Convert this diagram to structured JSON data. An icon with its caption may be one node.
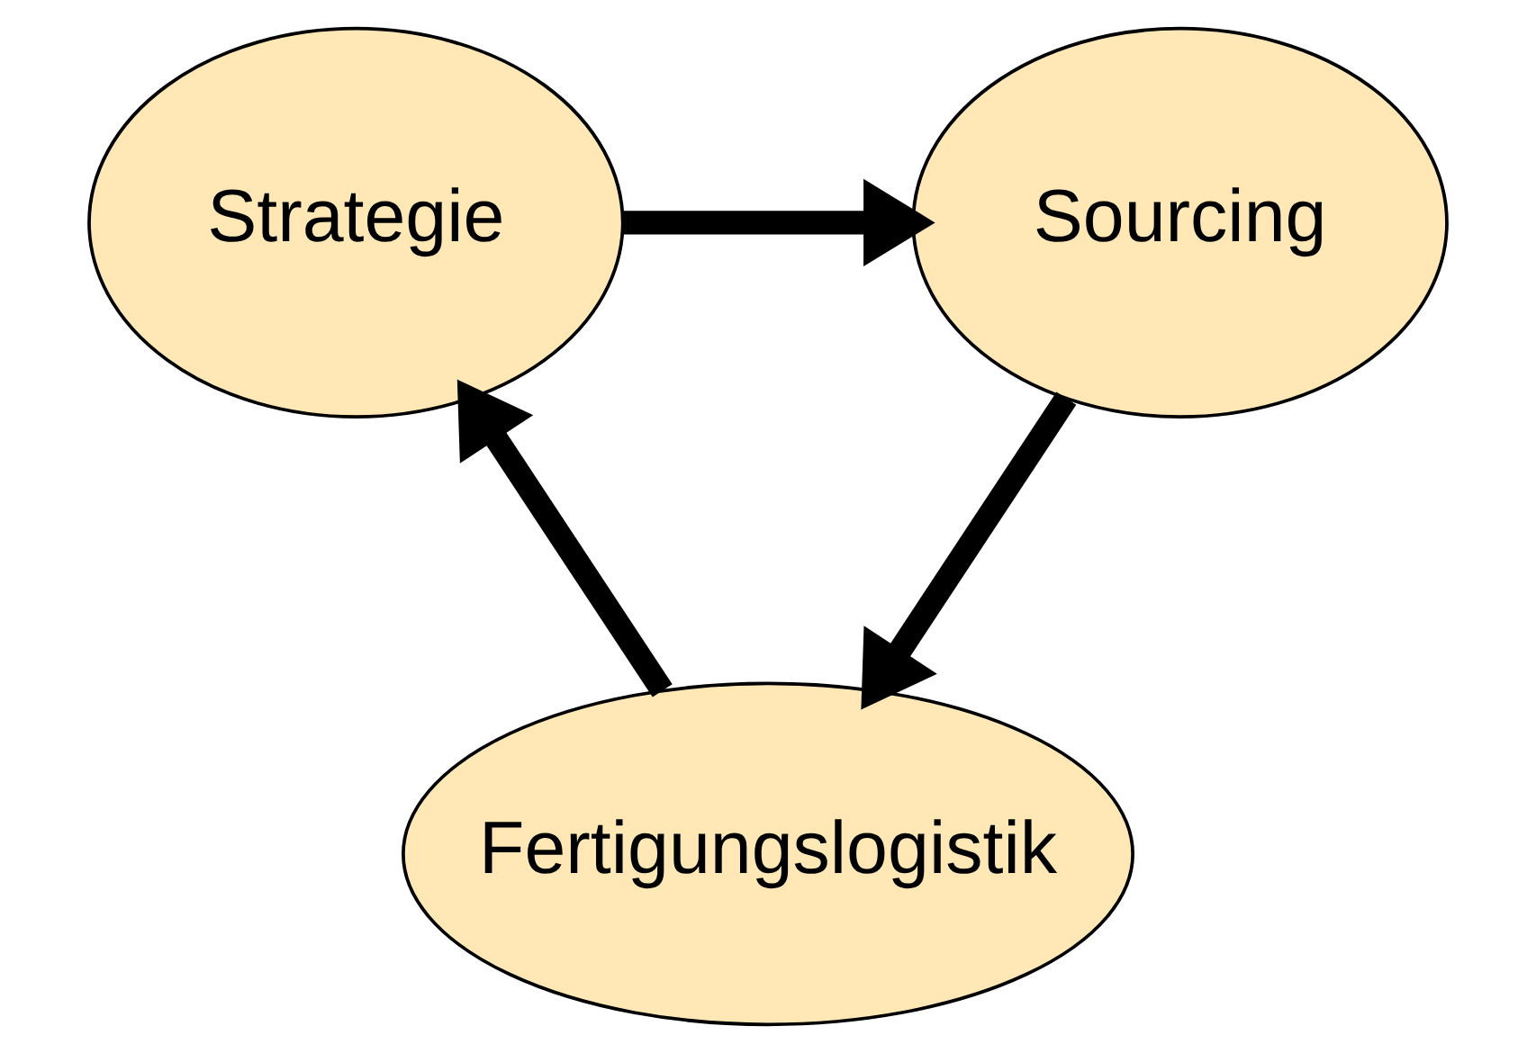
{
  "diagram": {
    "nodes": [
      {
        "text": [
          "Strategie"
        ]
      },
      {
        "text": [
          "Sourcing"
        ]
      },
      {
        "text": [
          "Fertigungslogistik"
        ]
      }
    ],
    "edges": [
      {
        "from": 0,
        "to": 1,
        "arrow": "to"
      },
      {
        "from": 1,
        "to": 2,
        "arrow": "to"
      },
      {
        "from": 2,
        "to": 0,
        "arrow": "to"
      }
    ]
  }
}
